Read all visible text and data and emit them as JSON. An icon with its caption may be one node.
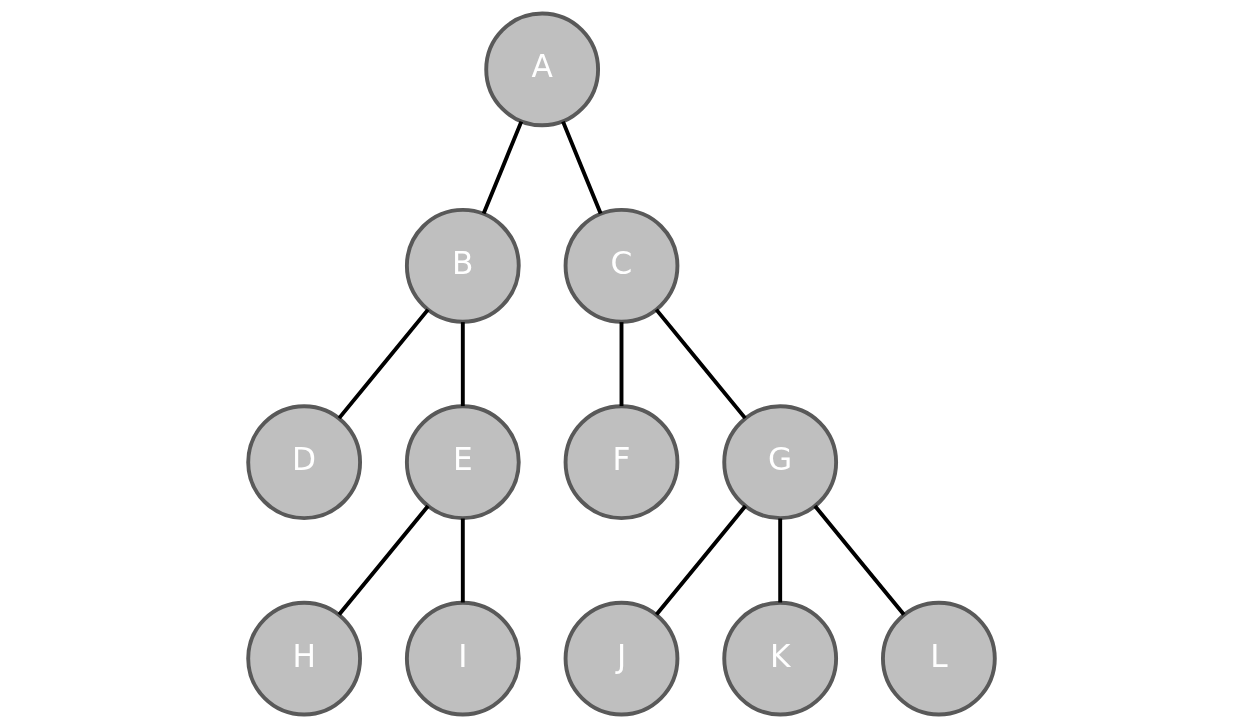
{
  "diagram": {
    "nodes": [
      {
        "text": [
          "A"
        ]
      },
      {
        "text": [
          "B"
        ]
      },
      {
        "text": [
          "C"
        ]
      },
      {
        "text": [
          "D"
        ]
      },
      {
        "text": [
          "E"
        ]
      },
      {
        "text": [
          "F"
        ]
      },
      {
        "text": [
          "G"
        ]
      },
      {
        "text": [
          "H"
        ]
      },
      {
        "text": [
          "I"
        ]
      },
      {
        "text": [
          "J"
        ]
      },
      {
        "text": [
          "K"
        ]
      },
      {
        "text": [
          "L"
        ]
      }
    ],
    "edges": [
      {
        "from": 0,
        "to": 1,
        "arrow": "none"
      },
      {
        "from": 0,
        "to": 2,
        "arrow": "none"
      },
      {
        "from": 1,
        "to": 3,
        "arrow": "none"
      },
      {
        "from": 1,
        "to": 4,
        "arrow": "none"
      },
      {
        "from": 2,
        "to": 5,
        "arrow": "none"
      },
      {
        "from": 2,
        "to": 6,
        "arrow": "none"
      },
      {
        "from": 4,
        "to": 7,
        "arrow": "none"
      },
      {
        "from": 4,
        "to": 8,
        "arrow": "none"
      },
      {
        "from": 6,
        "to": 9,
        "arrow": "none"
      },
      {
        "from": 6,
        "to": 10,
        "arrow": "none"
      },
      {
        "from": 6,
        "to": 11,
        "arrow": "none"
      }
    ]
  }
}
